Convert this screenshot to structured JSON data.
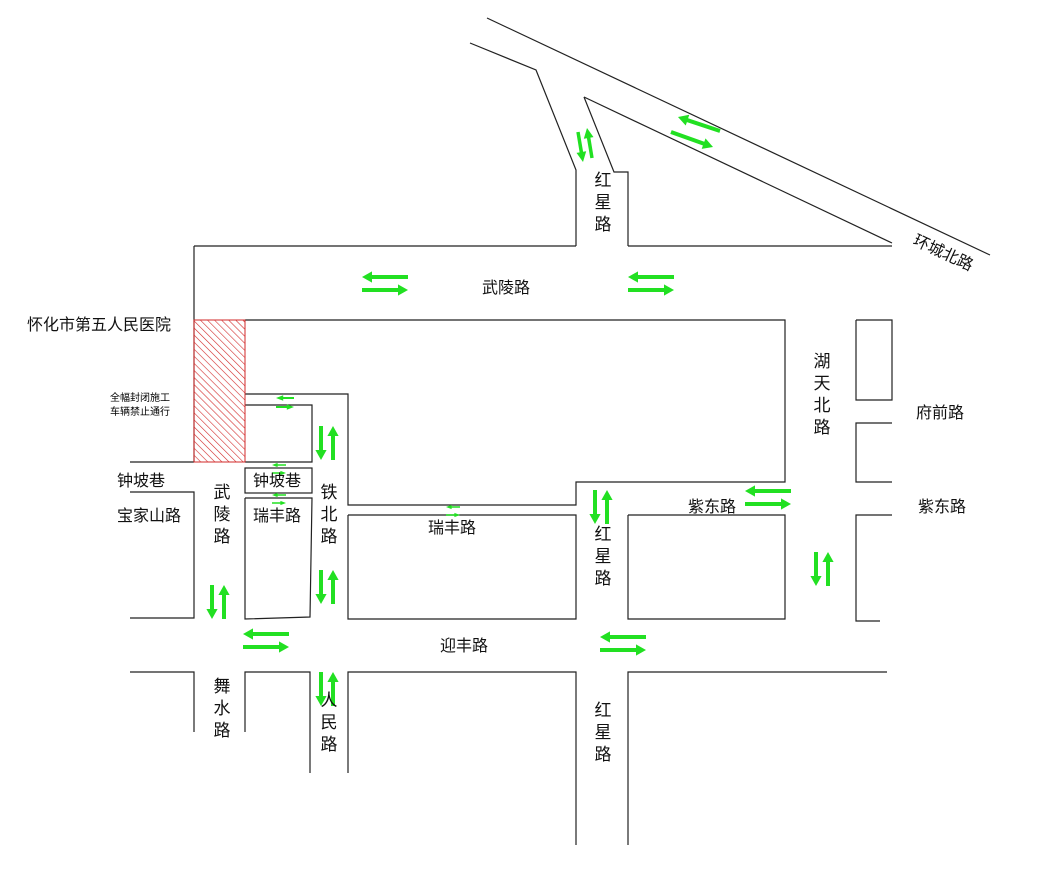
{
  "colors": {
    "arrow": "#22e022",
    "closure": "#d22a2a",
    "notice": "#e02020"
  },
  "labels": {
    "hospital": "怀化市第五人民医院",
    "notice_line1": "全幅封闭施工",
    "notice_line2": "车辆禁止通行",
    "wuling_road_h": "武陵路",
    "wuling_road_v": "武陵路",
    "huancheng_north_road": "环城北路",
    "hongxing_road_top": "红星路",
    "hongxing_road_mid": "红星路",
    "hongxing_road_bottom": "红星路",
    "hutian_north_road": "湖天北路",
    "fuqian_road": "府前路",
    "zidong_road_inner": "紫东路",
    "zidong_road_outer": "紫东路",
    "zhongpo_lane_left": "钟坡巷",
    "zhongpo_lane_inner": "钟坡巷",
    "baojiashan_road": "宝家山路",
    "ruifeng_road_small": "瑞丰路",
    "ruifeng_road_main": "瑞丰路",
    "tiebei_road": "铁北路",
    "yingfeng_road": "迎丰路",
    "wushui_road": "舞水路",
    "renmin_road": "人民路"
  }
}
